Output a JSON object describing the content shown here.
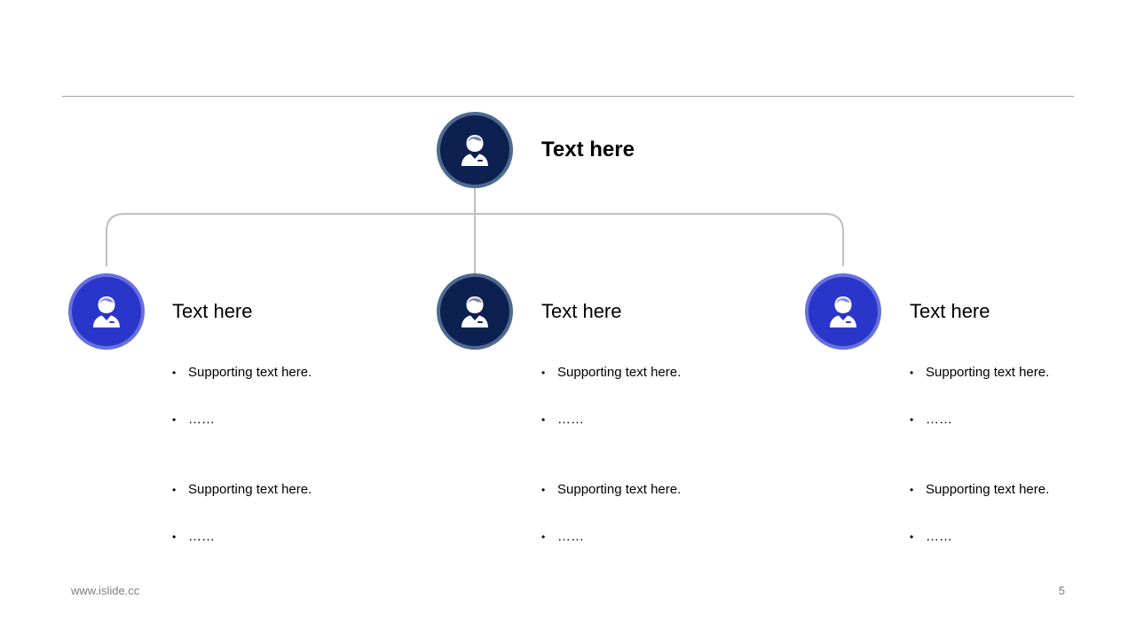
{
  "root": {
    "title": "Text here",
    "icon": "person-icon",
    "color": "#0d2150"
  },
  "children": [
    {
      "title": "Text here",
      "icon": "person-icon",
      "color": "#2a36c9",
      "bullets": [
        "Supporting text here.",
        "……",
        "Supporting text here.",
        "……"
      ]
    },
    {
      "title": "Text here",
      "icon": "person-icon",
      "color": "#0d2150",
      "bullets": [
        "Supporting text here.",
        "……",
        "Supporting text here.",
        "……"
      ]
    },
    {
      "title": "Text here",
      "icon": "person-icon",
      "color": "#2a36c9",
      "bullets": [
        "Supporting text here.",
        "……",
        "Supporting text here.",
        "……"
      ]
    }
  ],
  "footer": {
    "url": "www.islide.cc",
    "page_number": "5"
  }
}
